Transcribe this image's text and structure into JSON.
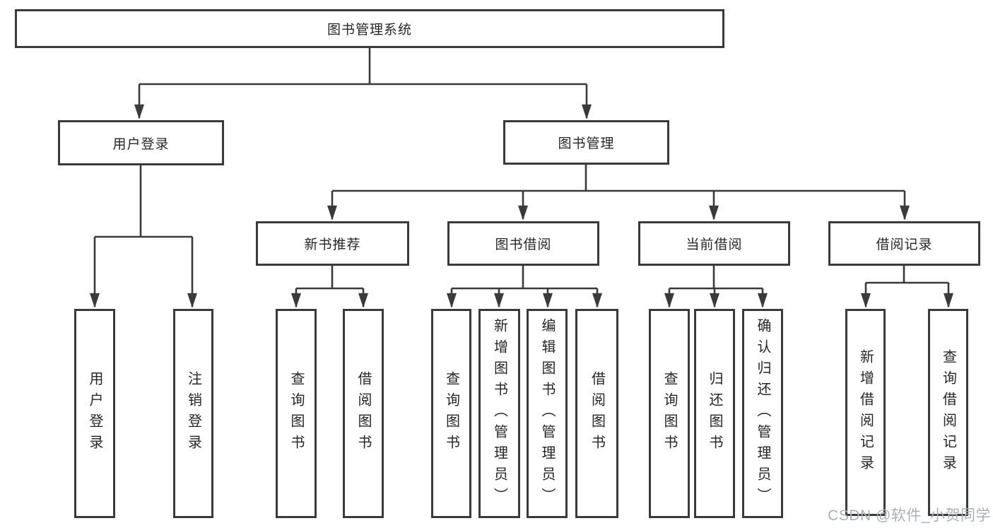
{
  "diagram_title": "图书管理系统",
  "tree": {
    "root": "图书管理系统",
    "branches": [
      {
        "label": "用户登录",
        "children": [
          "用户登录",
          "注销登录"
        ]
      },
      {
        "label": "图书管理",
        "sections": [
          {
            "label": "新书推荐",
            "children": [
              "查询图书",
              "借阅图书"
            ]
          },
          {
            "label": "图书借阅",
            "children": [
              "查询图书",
              "新增图书（管理员）",
              "编辑图书（管理员）",
              "借阅图书"
            ]
          },
          {
            "label": "当前借阅",
            "children": [
              "查询图书",
              "归还图书",
              "确认归还（管理员）"
            ]
          },
          {
            "label": "借阅记录",
            "children": [
              "新增借阅记录",
              "查询借阅记录"
            ]
          }
        ]
      }
    ]
  },
  "watermark": {
    "text": "CSDN @软件_小贺同学"
  },
  "colors": {
    "line": "#3a3a3a",
    "box_border": "#3a3a3a",
    "text": "#262626",
    "watermark": "#a9afb8",
    "background": "#ffffff"
  }
}
